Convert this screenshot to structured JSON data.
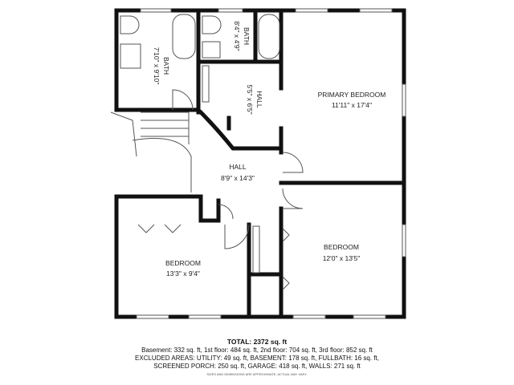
{
  "rooms": [
    {
      "name": "BATH",
      "dims": "7'10\" x 9'10\""
    },
    {
      "name": "BATH",
      "dims": "8'4\" x 4'9\""
    },
    {
      "name": "HALL",
      "dims": "5'5\" x 6'5\""
    },
    {
      "name": "PRIMARY BEDROOM",
      "dims": "11'11\" x 17'4\""
    },
    {
      "name": "HALL",
      "dims": "8'9\" x 14'3\""
    },
    {
      "name": "BEDROOM",
      "dims": "12'0\" x 13'5\""
    },
    {
      "name": "BEDROOM",
      "dims": "13'3\" x 9'4\""
    }
  ],
  "footer": {
    "total": "TOTAL: 2372 sq. ft",
    "line1": "Basement: 332 sq. ft, 1st floor: 484 sq. ft, 2nd floor: 704 sq. ft, 3rd floor: 852 sq. ft",
    "line2": "EXCLUDED AREAS: UTILITY: 49 sq. ft, BASEMENT: 178 sq. ft, FULLBATH: 16 sq. ft,",
    "line3": "SCREENED PORCH: 250 sq. ft, GARAGE: 418 sq. ft, WALLS: 271 sq. ft",
    "note": "SIZES AND DIMENSIONS ARE APPROXIMATE, ACTUAL MAY VARY."
  },
  "colors": {
    "wall": "#111111",
    "fixture": "#555555"
  }
}
